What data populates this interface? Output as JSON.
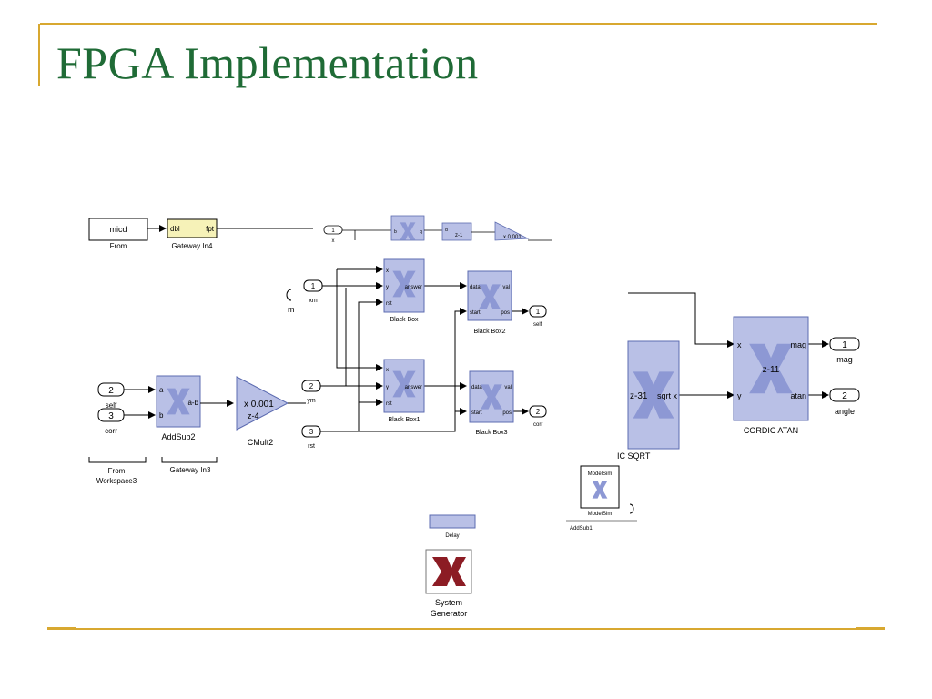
{
  "slide": {
    "title": "FPGA Implementation"
  },
  "colors": {
    "title": "#1f6b36",
    "rule": "#d8a830",
    "block_fill": "#b9c0e6",
    "block_stroke": "#5c6bb0",
    "yellow_fill": "#f6f2b8",
    "xilinx_red": "#8c1c24"
  },
  "diagram": {
    "from_block": {
      "value": "micd",
      "caption": "From"
    },
    "gateway_in4": {
      "in_port": "dbl",
      "out_port": "fpt",
      "caption": "Gateway In4"
    },
    "top_strip": {
      "inport": "1",
      "inport_label": "x",
      "b_port": "b",
      "q_port": "q",
      "d_port": "d",
      "zq_label": "z-1",
      "cmult_label": "x 0.001"
    },
    "m_label": "m",
    "inputs": [
      {
        "num": "1",
        "label": "xm"
      },
      {
        "num": "2",
        "label": "ym"
      },
      {
        "num": "3",
        "label": "rst"
      }
    ],
    "left_inputs": [
      {
        "num": "2",
        "label": "self"
      },
      {
        "num": "3",
        "label": "corr"
      }
    ],
    "addsub2": {
      "port_a": "a",
      "port_b": "b",
      "out": "a-b",
      "caption": "AddSub2"
    },
    "cmult2": {
      "line1": "x 0.001",
      "line2": "z-4",
      "caption": "CMult2"
    },
    "from_workspace3": {
      "caption1": "From",
      "caption2": "Workspace3"
    },
    "gateway_in3": {
      "caption": "Gateway In3"
    },
    "black_box": {
      "ports": [
        "x",
        "y",
        "rst"
      ],
      "out": "answer",
      "caption": "Black Box"
    },
    "black_box1": {
      "ports": [
        "x",
        "y",
        "rst"
      ],
      "out": "answer",
      "caption": "Black Box1"
    },
    "black_box2": {
      "ports": [
        "data",
        "start"
      ],
      "outs": [
        "val",
        "pos"
      ],
      "caption": "Black Box2"
    },
    "black_box3": {
      "ports": [
        "data",
        "start"
      ],
      "outs": [
        "val",
        "pos"
      ],
      "caption": "Black Box3"
    },
    "outports_mid": [
      {
        "num": "1",
        "label": "self"
      },
      {
        "num": "2",
        "label": "corr"
      }
    ],
    "sqrt_block": {
      "label": "z-31",
      "out": "sqrt x",
      "caption": "IC SQRT"
    },
    "cordic": {
      "port_x": "x",
      "port_y": "y",
      "out_mag": "mag",
      "out_atan": "atan",
      "latency": "z-11",
      "caption": "CORDIC ATAN"
    },
    "outports_right": [
      {
        "num": "1",
        "label": "mag"
      },
      {
        "num": "2",
        "label": "angle"
      }
    ],
    "delay": {
      "caption": "Delay"
    },
    "modelsim": {
      "top": "ModelSim",
      "bottom": "ModelSim"
    },
    "addsub1": {
      "caption": "AddSub1"
    },
    "system_generator": {
      "line1": "System",
      "line2": "Generator"
    }
  }
}
